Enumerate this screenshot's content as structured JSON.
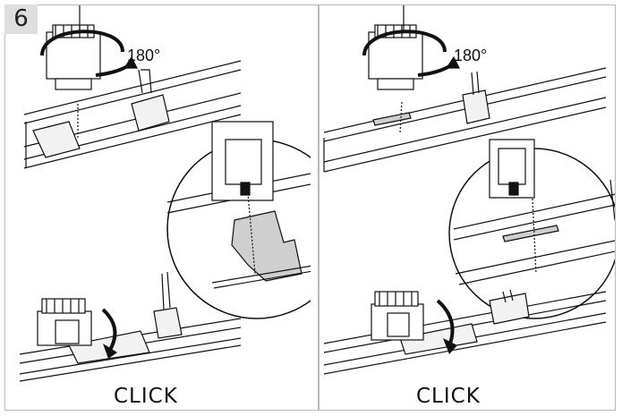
{
  "step": {
    "number": "6"
  },
  "panels": [
    {
      "rotation_label": "180°",
      "action_label": "CLICK"
    },
    {
      "rotation_label": "180°",
      "action_label": "CLICK"
    }
  ],
  "colors": {
    "frame": "#b9b9b9",
    "badge": "#dedede",
    "ink": "#111111",
    "clip": "#cfcfcf"
  }
}
